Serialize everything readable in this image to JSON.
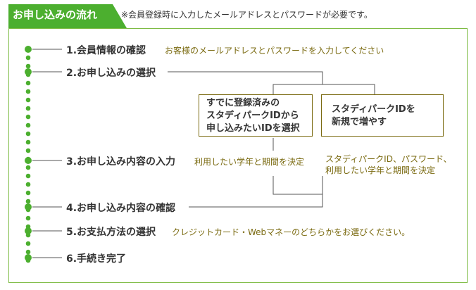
{
  "header": {
    "title": "お申し込みの流れ",
    "note": "※会員登録時に入力したメールアドレスとパスワードが必要です。"
  },
  "steps": [
    {
      "label": "1.会員情報の確認",
      "note": "お客様のメールアドレスとパスワードを入力してください"
    },
    {
      "label": "2.お申し込みの選択",
      "note": ""
    },
    {
      "label": "3.お申し込み内容の入力",
      "note": ""
    },
    {
      "label": "4.お申し込み内容の確認",
      "note": ""
    },
    {
      "label": "5.お支払方法の選択",
      "note": "クレジットカード・Webマネーのどちらかをお選びください。"
    },
    {
      "label": "6.手続き完了",
      "note": ""
    }
  ],
  "branches": [
    {
      "box_lines": [
        "すでに登録済みの",
        "スタディパークIDから",
        "申し込みたいIDを選択"
      ],
      "input_note": "利用したい学年と期間を決定"
    },
    {
      "box_lines": [
        "スタディパークIDを",
        "新規で増やす"
      ],
      "input_note_lines": [
        "スタディパークID、パスワード、",
        "利用したい学年と期間を決定"
      ]
    }
  ],
  "colors": {
    "accent": "#4caf2f",
    "frame": "#7dbb43",
    "note_text": "#7a6a10",
    "connector": "#555555"
  }
}
